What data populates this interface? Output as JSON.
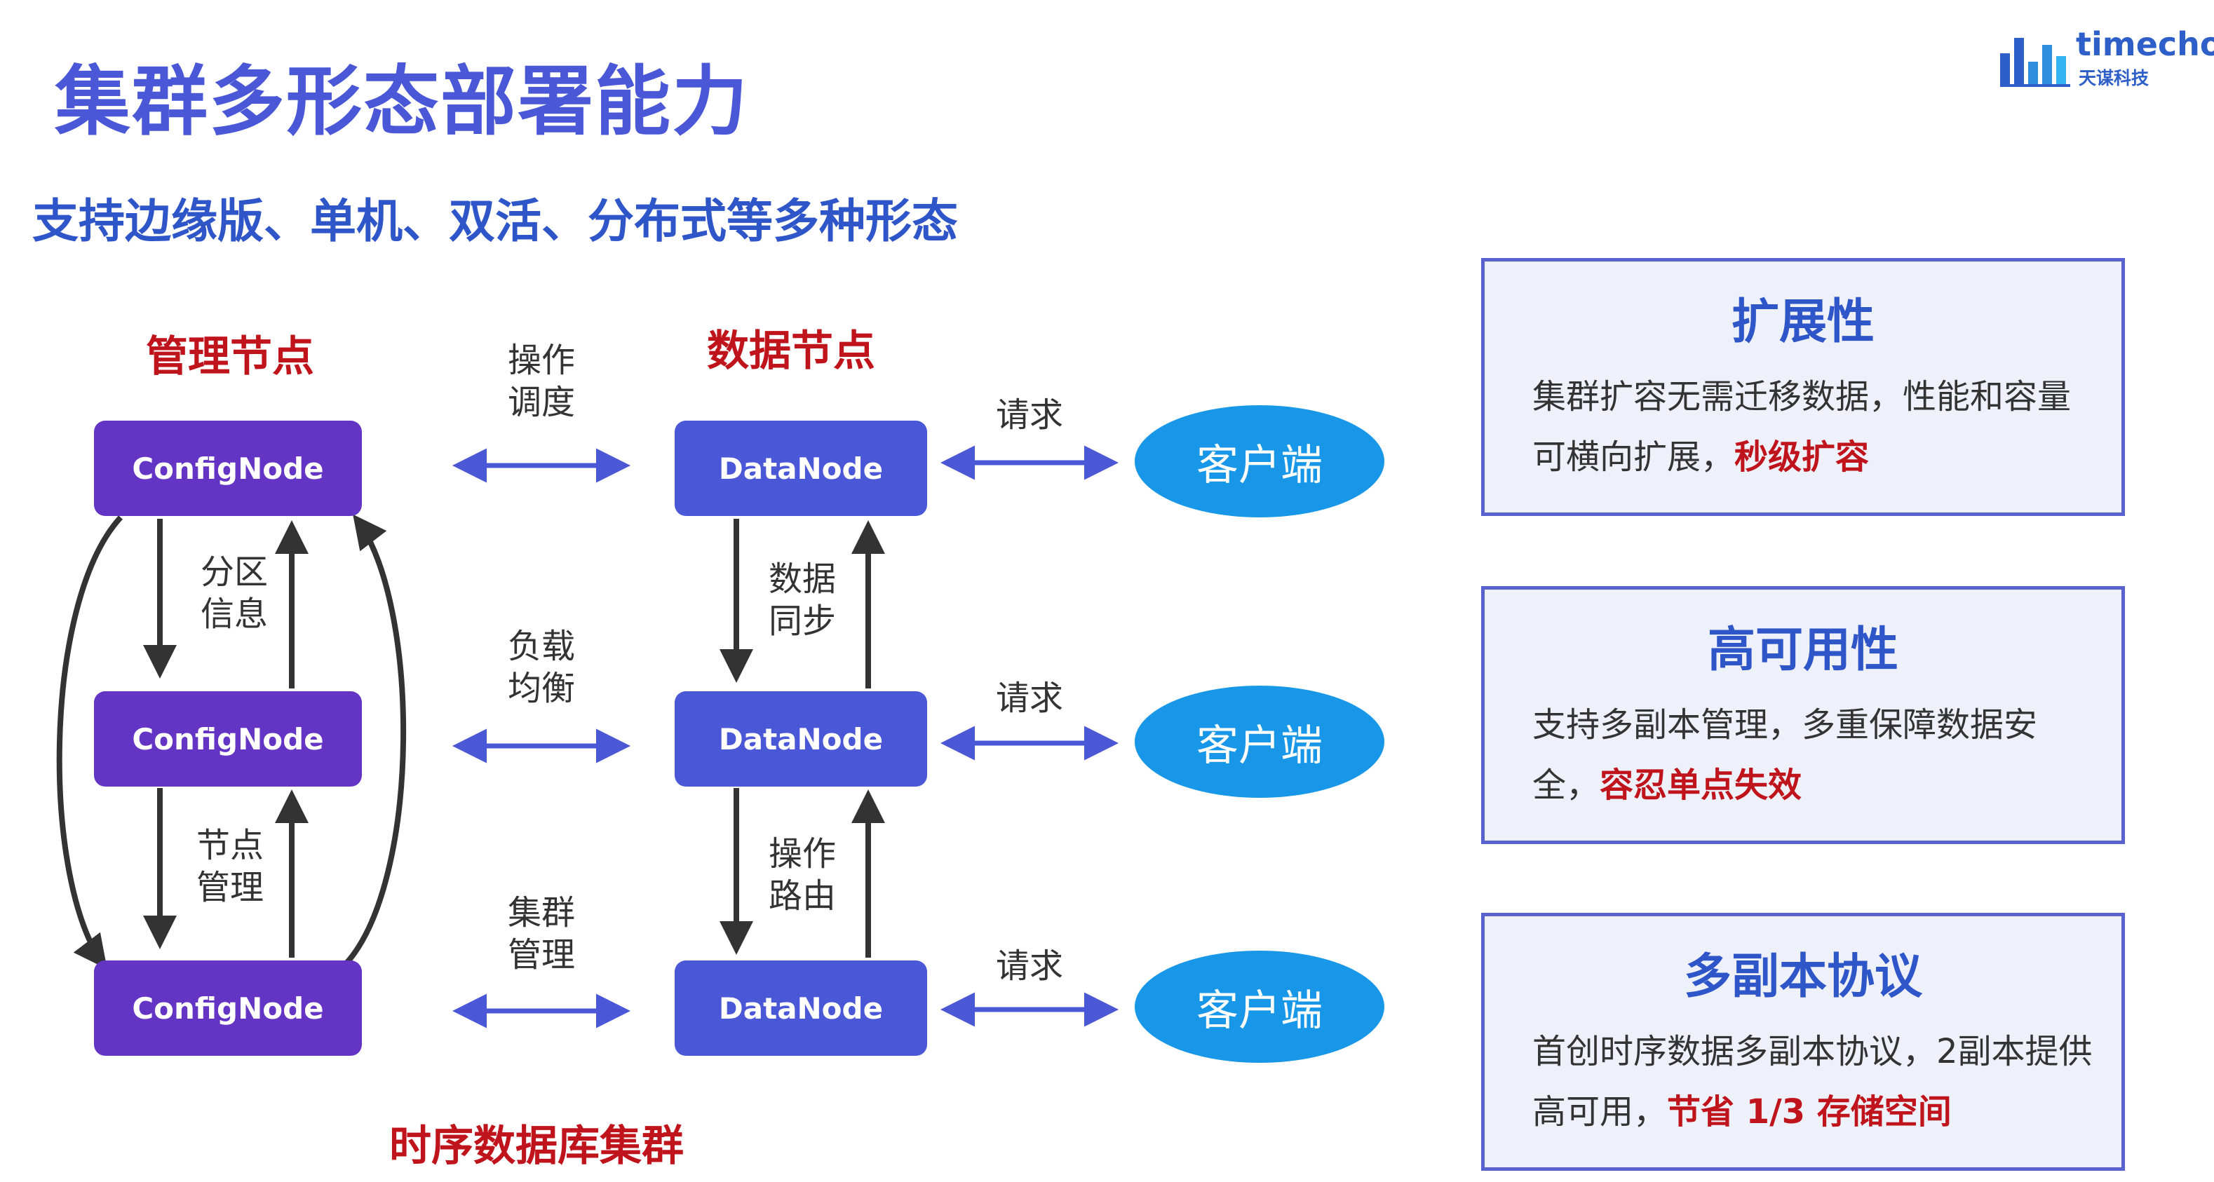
{
  "title": "集群多形态部署能力",
  "subtitle": "支持边缘版、单机、双活、分布式等多种形态",
  "logo": {
    "name": "timecho",
    "sub": "天谋科技"
  },
  "headers": {
    "config": "管理节点",
    "data": "数据节点"
  },
  "bottom_label": "时序数据库集群",
  "config_nodes": [
    "ConfigNode",
    "ConfigNode",
    "ConfigNode"
  ],
  "data_nodes": [
    "DataNode",
    "DataNode",
    "DataNode"
  ],
  "clients": [
    "客户端",
    "客户端",
    "客户端"
  ],
  "labels": {
    "cfg_link_1": [
      "分区",
      "信息"
    ],
    "cfg_link_2": [
      "节点",
      "管理"
    ],
    "cross_1": [
      "操作",
      "调度"
    ],
    "cross_2": [
      "负载",
      "均衡"
    ],
    "cross_3": [
      "集群",
      "管理"
    ],
    "dn_link_1": [
      "数据",
      "同步"
    ],
    "dn_link_2": [
      "操作",
      "路由"
    ],
    "request": "请求"
  },
  "panels": [
    {
      "title": "扩展性",
      "text": "集群扩容无需迁移数据，性能和容量可横向扩展，",
      "highlight": "秒级扩容"
    },
    {
      "title": "高可用性",
      "text": "支持多副本管理，多重保障数据安全，",
      "highlight": "容忍单点失效"
    },
    {
      "title": "多副本协议",
      "text": "首创时序数据多副本协议，2副本提供高可用，",
      "highlight": "节省 1/3 存储空间"
    }
  ],
  "colors": {
    "title": "#4a58d8",
    "config_node": "#6434c4",
    "data_node": "#4a58d8",
    "client": "#1897e8",
    "highlight": "#c0141c",
    "arrow": "#4a58d8"
  }
}
